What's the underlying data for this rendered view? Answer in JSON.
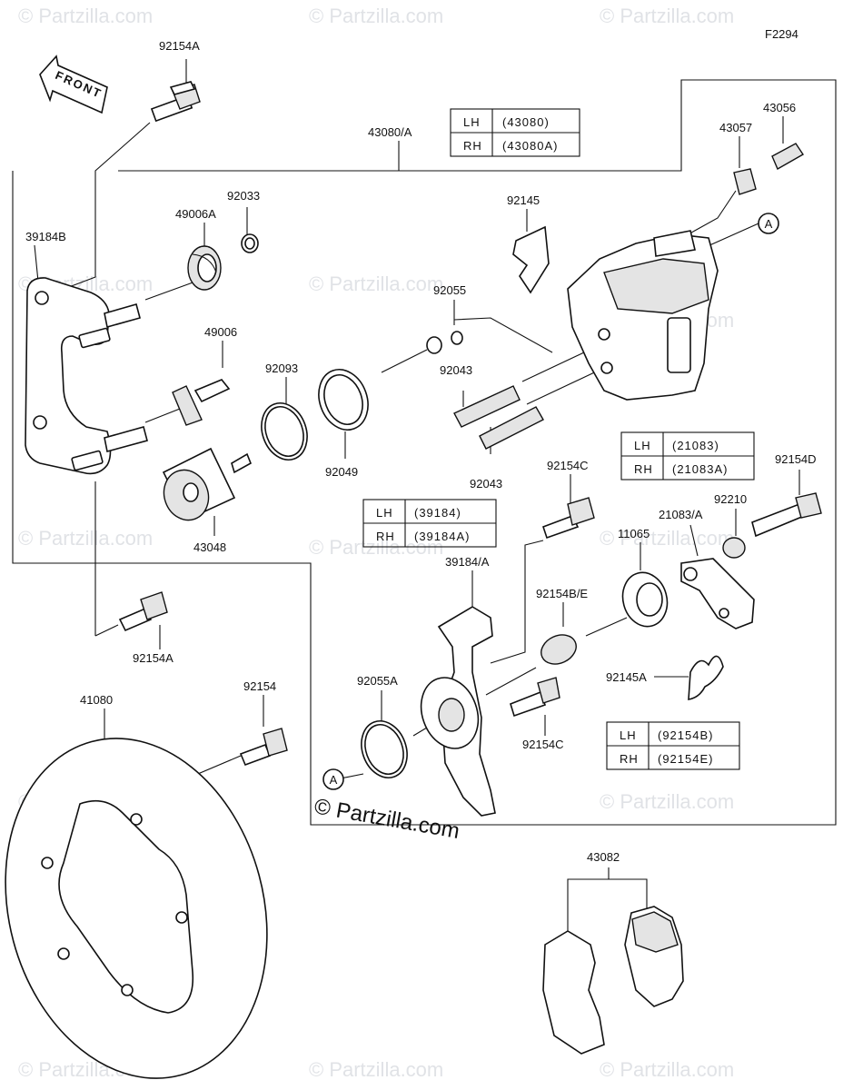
{
  "figure_code": "F2294",
  "front_label": "FRONT",
  "brand": "© Partzilla.com",
  "watermark": "© Partzilla.com",
  "callout_marker": "A",
  "part_labels": {
    "p92154A_top": "92154A",
    "p43080A": "43080/A",
    "p43057": "43057",
    "p43056": "43056",
    "p92033": "92033",
    "p49006A": "49006A",
    "p39184B": "39184B",
    "p92145": "92145",
    "p92055": "92055",
    "p49006": "49006",
    "p92093": "92093",
    "p92043a": "92043",
    "p92043b": "92043",
    "p92049": "92049",
    "p43048": "43048",
    "p92154C_top": "92154C",
    "p92154D": "92154D",
    "p92210": "92210",
    "p21083A": "21083/A",
    "p11065": "11065",
    "p39184A": "39184/A",
    "p92154BE": "92154B/E",
    "p92154A_bot": "92154A",
    "p92145A": "92145A",
    "p41080": "41080",
    "p92154": "92154",
    "p92055A": "92055A",
    "p92154C_bot": "92154C",
    "p43082": "43082"
  },
  "tables": {
    "caliper": [
      [
        "LH",
        "(43080)"
      ],
      [
        "RH",
        "(43080A)"
      ]
    ],
    "lever": [
      [
        "LH",
        "(21083)"
      ],
      [
        "RH",
        "(21083A)"
      ]
    ],
    "bracket": [
      [
        "LH",
        "(39184)"
      ],
      [
        "RH",
        "(39184A)"
      ]
    ],
    "bolt": [
      [
        "LH",
        "(92154B)"
      ],
      [
        "RH",
        "(92154E)"
      ]
    ]
  }
}
